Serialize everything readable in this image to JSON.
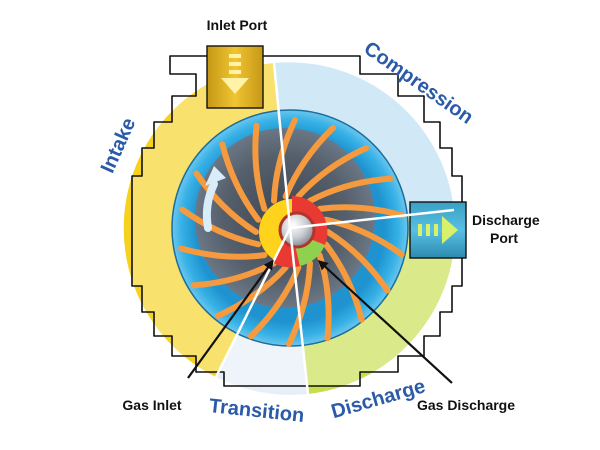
{
  "labels": {
    "inlet_port": "Inlet Port",
    "discharge_port_line1": "Discharge",
    "discharge_port_line2": "Port",
    "gas_inlet": "Gas Inlet",
    "gas_discharge": "Gas Discharge"
  },
  "stages": {
    "intake": "Intake",
    "compression": "Compression",
    "transition": "Transition",
    "discharge": "Discharge"
  },
  "colors": {
    "intake": "#f5d21e",
    "compression": "#b9def3",
    "transition": "#e7eef8",
    "discharge": "#c7dd4a",
    "water_ring": "#2ea8de",
    "rotor_dark": "#4e5a68",
    "vane": "#f59a3e",
    "hub_red": "#e83a33",
    "hub_yellow": "#ffd21c",
    "stage_text": "#2b5aa8",
    "arrow": "#111111"
  },
  "icons": {
    "inlet_arrow": "arrow-down-icon",
    "discharge_arrow": "arrow-right-icon",
    "rotation_arrow": "arrow-up-icon"
  }
}
